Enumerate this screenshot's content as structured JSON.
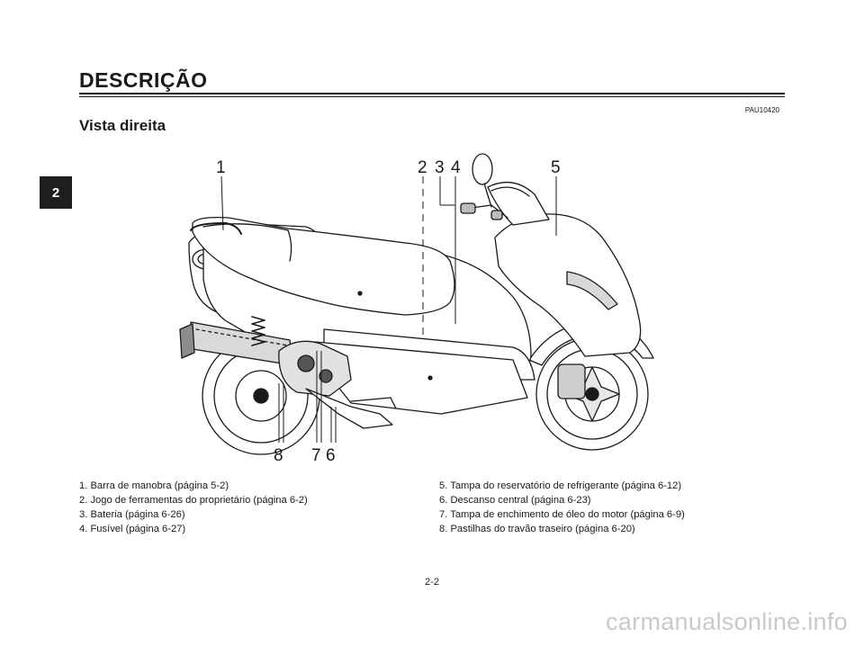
{
  "chapter_tab": "2",
  "section_title": "DESCRIÇÃO",
  "doc_code": "PAU10420",
  "subtitle": "Vista direita",
  "callouts": [
    "1",
    "2",
    "3",
    "4",
    "5",
    "6",
    "7",
    "8"
  ],
  "legend_left": [
    "1. Barra de manobra (página 5-2)",
    "2. Jogo de ferramentas do proprietário (página 6-2)",
    "3. Bateria (página 6-26)",
    "4. Fusível (página 6-27)"
  ],
  "legend_right": [
    "5. Tampa do reservatório de refrigerante (página 6-12)",
    "6. Descanso central (página 6-23)",
    "7. Tampa de enchimento de óleo do motor (página 6-9)",
    "8. Pastilhas do travão traseiro (página 6-20)"
  ],
  "page_number": "2-2",
  "watermark": "carmanualsonline.info"
}
